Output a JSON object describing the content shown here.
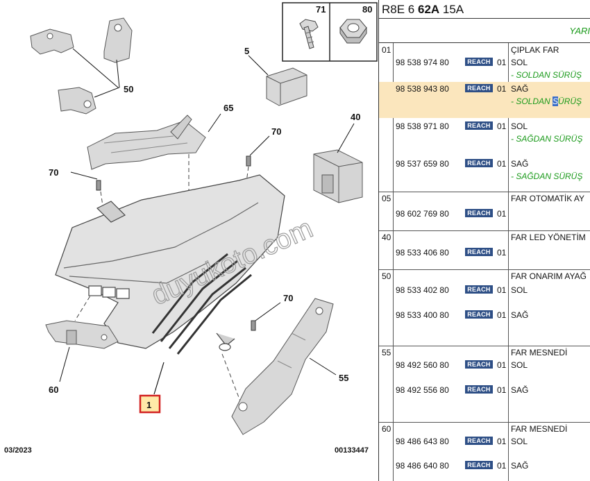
{
  "diagram": {
    "callouts": {
      "c71": "71",
      "c80": "80",
      "c5": "5",
      "c50": "50",
      "c65": "65",
      "c40": "40",
      "c70a": "70",
      "c70b": "70",
      "c70c": "70",
      "c60": "60",
      "c55": "55",
      "c1": "1"
    },
    "date": "03/2023",
    "ref": "00133447",
    "watermark": "duyukoto.com",
    "highlight_color": "#d22020"
  },
  "parts_panel": {
    "header": {
      "pre": "R8E 6 ",
      "bold": "62A",
      "post": " 15A"
    },
    "subheader": "YARI Ç",
    "badge_label": "REACH",
    "badge_color": "#2e4f86",
    "note_color": "#1a9a1a",
    "highlight_row_color": "#fbe6bd",
    "groups": [
      {
        "num": "01",
        "title": "ÇIPLAK FAR",
        "rows": [
          {
            "part": "98 538 974 80",
            "qty": "01",
            "desc": "SOL",
            "note": "- SOLDAN SÜRÜŞ"
          },
          {
            "part": "98 538 943 80",
            "qty": "01",
            "desc": "SAĞ",
            "note_a": "- SOLDAN ",
            "note_sel": "S",
            "note_b": "ÜRÜŞ"
          },
          {
            "part": "98 538 971 80",
            "qty": "01",
            "desc": "SOL",
            "note": "- SAĞDAN SÜRÜŞ"
          },
          {
            "part": "98 537 659 80",
            "qty": "01",
            "desc": "SAĞ",
            "note": "- SAĞDAN SÜRÜŞ"
          }
        ]
      },
      {
        "num": "05",
        "title": "FAR OTOMATİK AY",
        "rows": [
          {
            "part": "98 602 769 80",
            "qty": "01"
          }
        ]
      },
      {
        "num": "40",
        "title": "FAR LED YÖNETİM",
        "rows": [
          {
            "part": "98 533 406 80",
            "qty": "01"
          }
        ]
      },
      {
        "num": "50",
        "title": "FAR ONARIM AYAĞ",
        "rows": [
          {
            "part": "98 533 402 80",
            "qty": "01",
            "desc": "SOL"
          },
          {
            "part": "98 533 400 80",
            "qty": "01",
            "desc": "SAĞ"
          }
        ]
      },
      {
        "num": "55",
        "title": "FAR MESNEDİ",
        "rows": [
          {
            "part": "98 492 560 80",
            "qty": "01",
            "desc": "SOL"
          },
          {
            "part": "98 492 556 80",
            "qty": "01",
            "desc": "SAĞ"
          }
        ]
      },
      {
        "num": "60",
        "title": "FAR MESNEDİ",
        "rows": [
          {
            "part": "98 486 643 80",
            "qty": "01",
            "desc": "SOL"
          },
          {
            "part": "98 486 640 80",
            "qty": "01",
            "desc": "SAĞ"
          }
        ]
      }
    ]
  }
}
